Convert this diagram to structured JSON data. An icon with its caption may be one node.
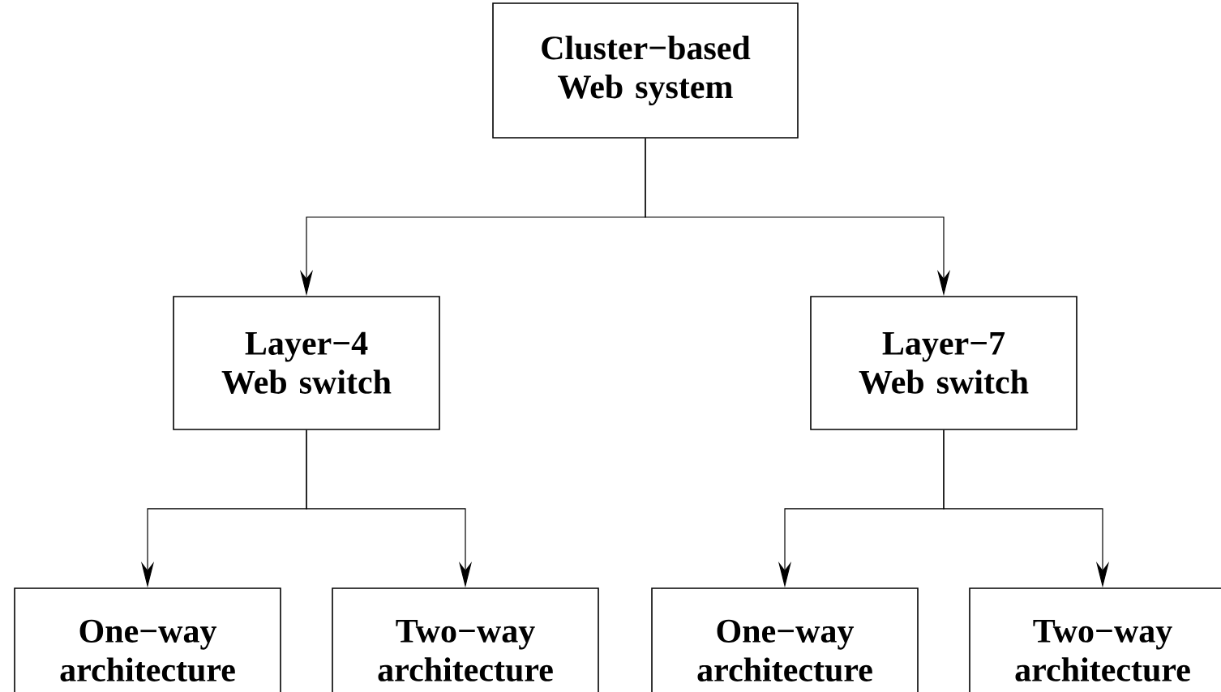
{
  "diagram": {
    "nodes": [
      {
        "text": [
          "Cluster−based Web system"
        ]
      },
      {
        "text": [
          "Layer−4 Web switch"
        ]
      },
      {
        "text": [
          "Layer−7 Web switch"
        ]
      },
      {
        "text": [
          "One−way architecture"
        ]
      },
      {
        "text": [
          "Two−way architecture"
        ]
      },
      {
        "text": [
          "One−way architecture"
        ]
      },
      {
        "text": [
          "Two−way architecture"
        ]
      }
    ],
    "edges": [
      {
        "from": 0,
        "to": 1,
        "arrow": "to"
      },
      {
        "from": 0,
        "to": 2,
        "arrow": "to"
      },
      {
        "from": 1,
        "to": 3,
        "arrow": "to"
      },
      {
        "from": 1,
        "to": 4,
        "arrow": "to"
      },
      {
        "from": 2,
        "to": 5,
        "arrow": "to"
      },
      {
        "from": 2,
        "to": 6,
        "arrow": "to"
      }
    ]
  }
}
